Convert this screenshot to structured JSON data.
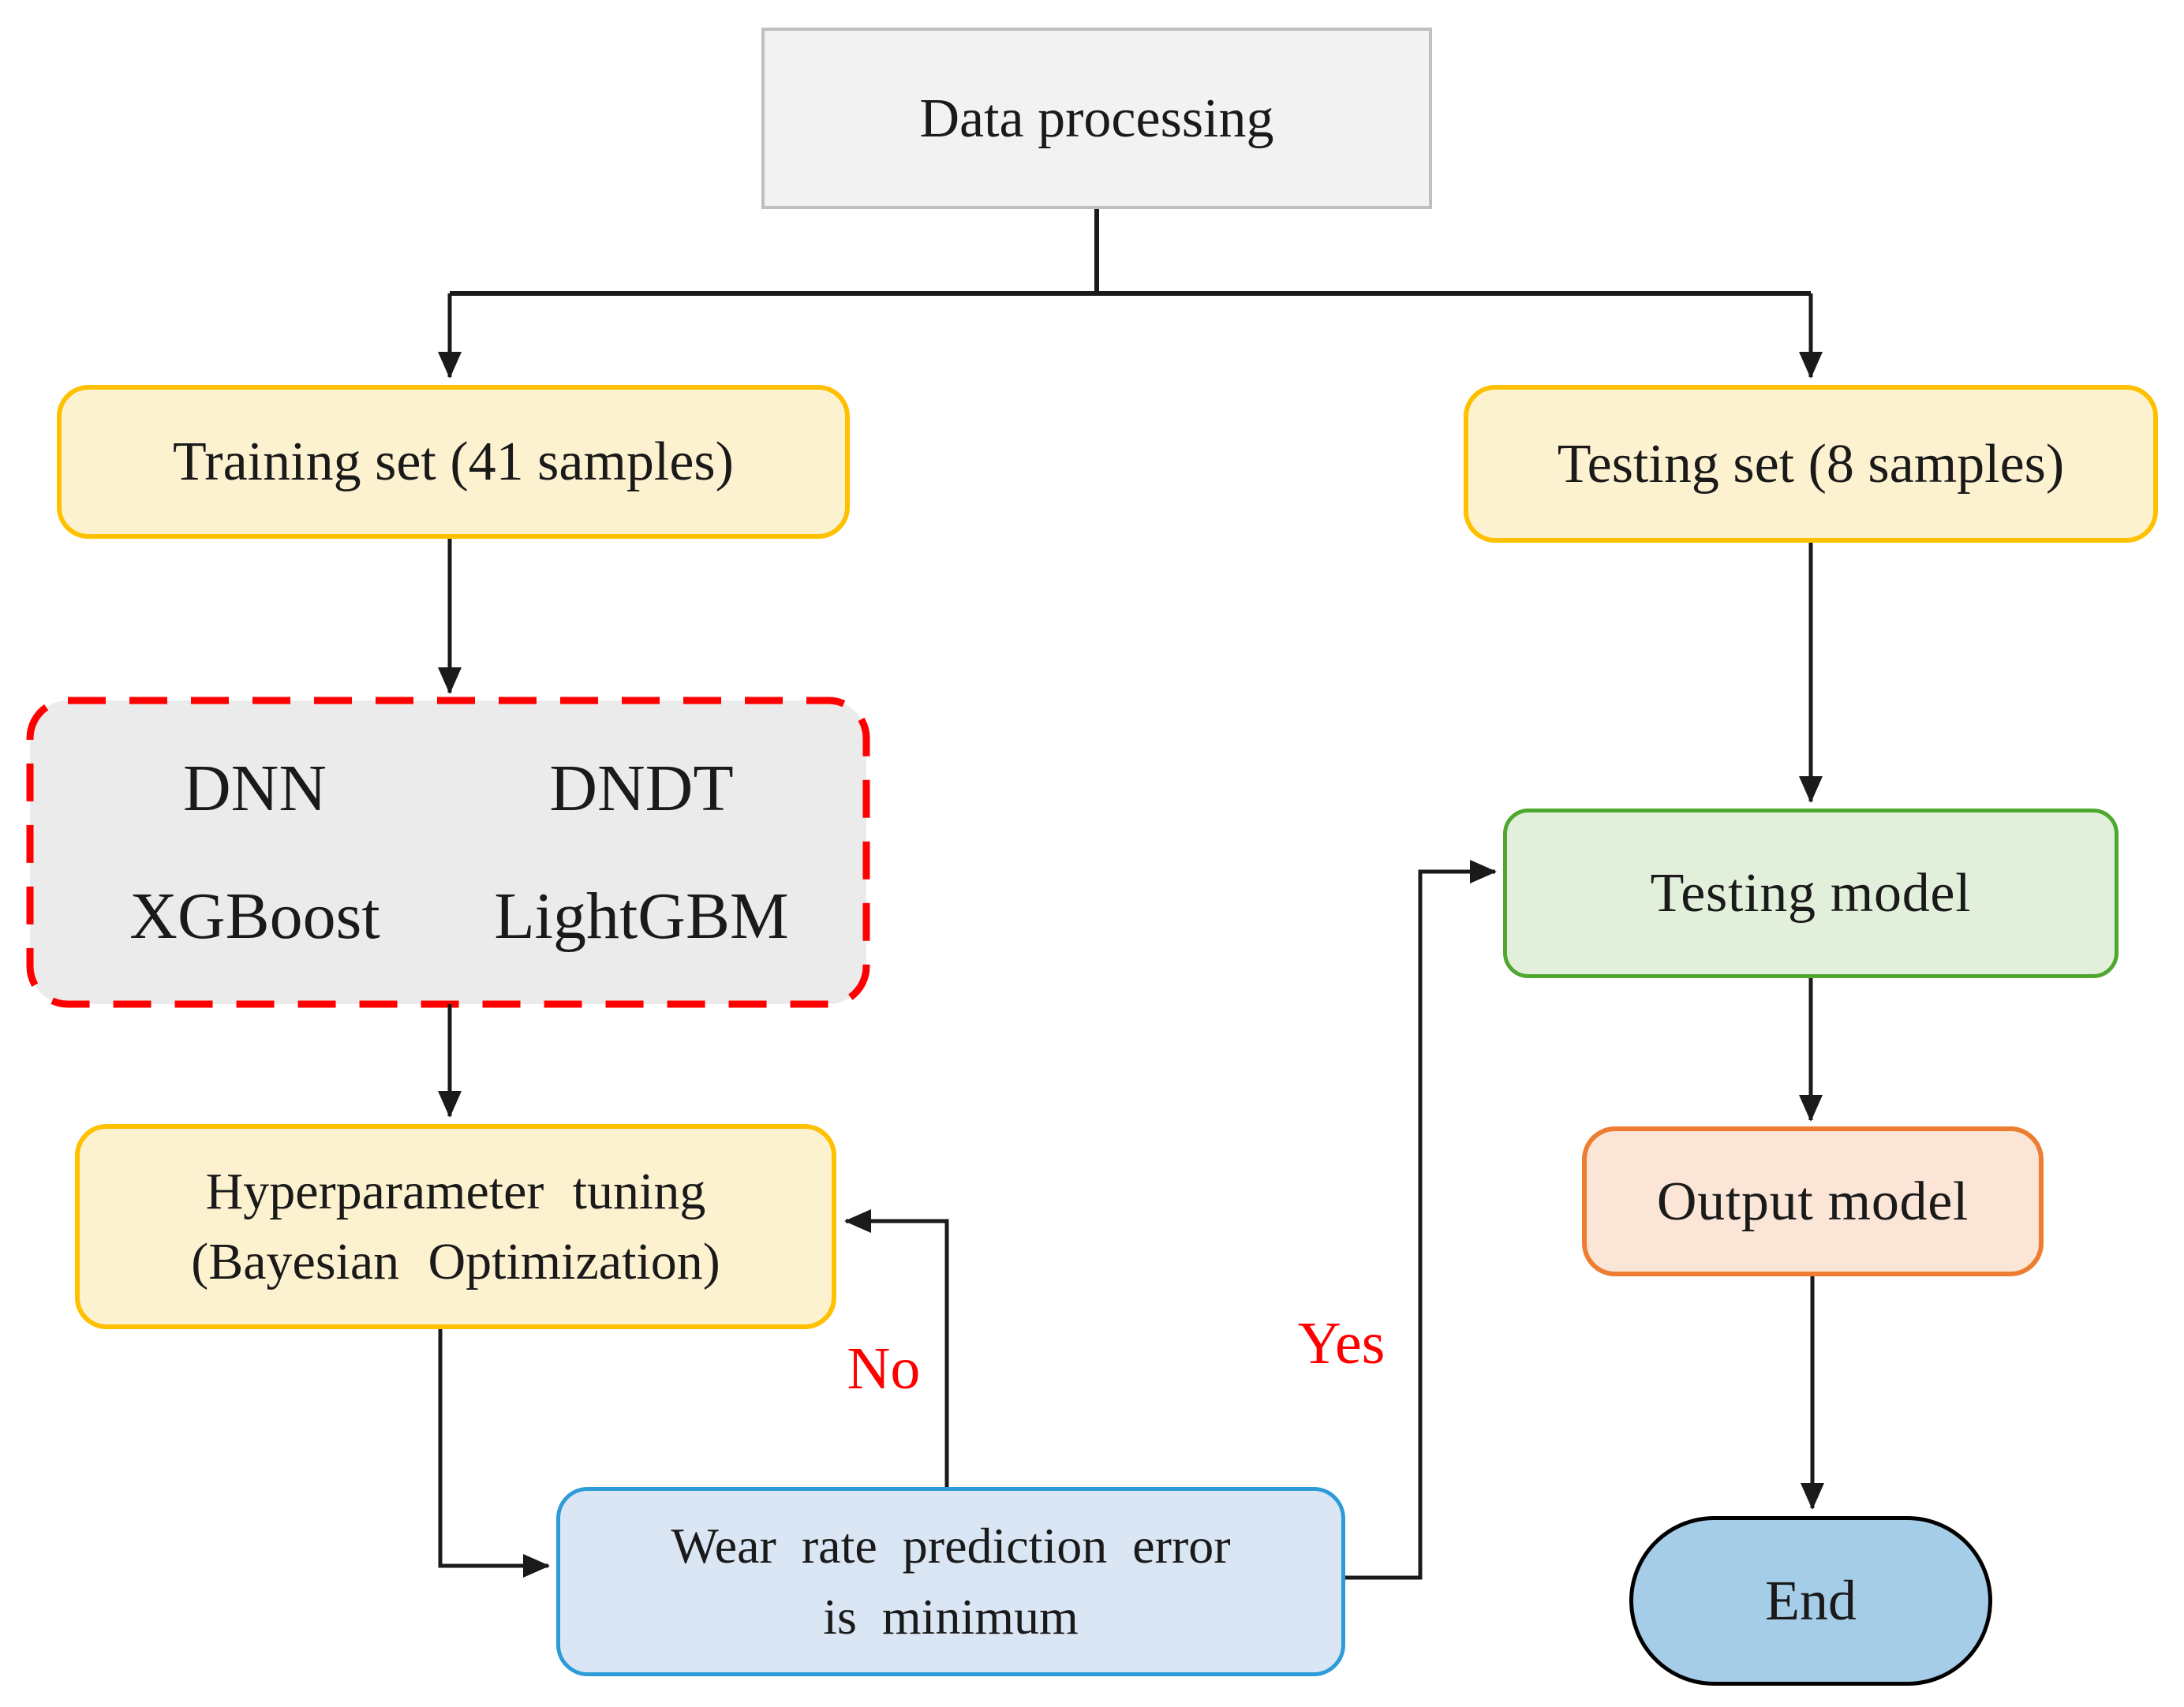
{
  "figure": {
    "type": "flowchart",
    "description": "Machine learning wear-rate prediction workflow"
  },
  "connector_color": "#1a1a1a",
  "nodes": {
    "data_processing": {
      "label": "Data processing",
      "fill": "#f2f2f2",
      "border": "#bfbfbf"
    },
    "training_set": {
      "label": "Training set (41 samples)",
      "fill": "#fdf2d0",
      "border": "#ffc000"
    },
    "testing_set": {
      "label": "Testing set (8 samples)",
      "fill": "#fdf2d0",
      "border": "#ffc000"
    },
    "models": {
      "labels": [
        "DNN",
        "DNDT",
        "XGBoost",
        "LightGBM"
      ],
      "fill": "#ebebeb",
      "border": "#ff0000"
    },
    "hyperparameter_tuning": {
      "line1": "Hyperparameter tuning",
      "line2": "(Bayesian Optimization)",
      "fill": "#fdf2d0",
      "border": "#ffc000"
    },
    "wear_rate_check": {
      "line1": "Wear rate prediction error",
      "line2": "is minimum",
      "fill": "#dae6f4",
      "border": "#2e9bd9"
    },
    "testing_model": {
      "label": "Testing model",
      "fill": "#e2efda",
      "border": "#4ea72e"
    },
    "output_model": {
      "label": "Output model",
      "fill": "#fbe5d6",
      "border": "#ed7d31"
    },
    "end": {
      "label": "End",
      "fill": "#a6cde8",
      "border": "#000000"
    }
  },
  "edge_labels": {
    "no": {
      "text": "No",
      "color": "#ff0000"
    },
    "yes": {
      "text": "Yes",
      "color": "#ff0000"
    }
  }
}
